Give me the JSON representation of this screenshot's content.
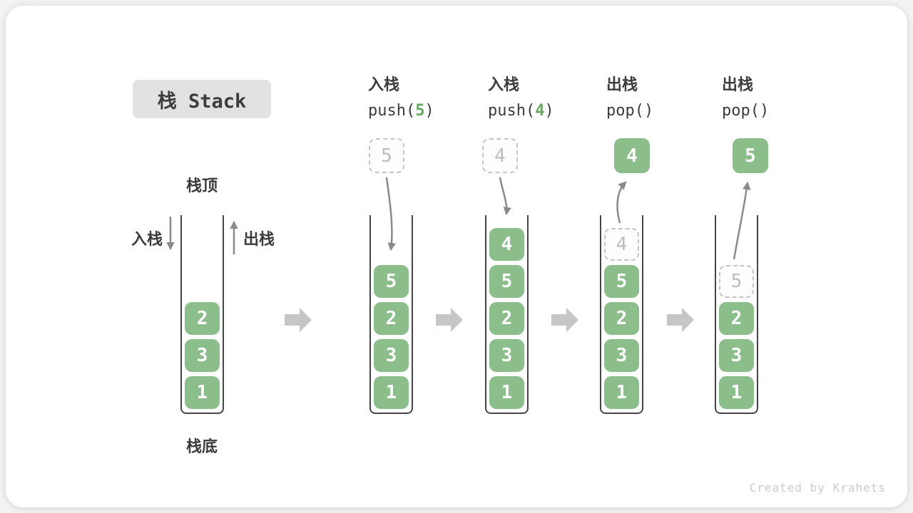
{
  "title": "栈 Stack",
  "side_labels": {
    "top": "栈顶",
    "bottom": "栈底",
    "push_in": "入栈",
    "pop_out": "出栈"
  },
  "watermark": "Created by Krahets",
  "colors": {
    "cell_green": "#8cbe8c",
    "code_arg_green": "#66a860",
    "text_dark": "#3c3c3c",
    "ghost_border": "#c4c4c4",
    "ghost_text": "#bcbcbc",
    "flow_arrow_gray": "#8a8a8a",
    "block_arrow_gray": "#c6c6c6",
    "container_border": "#454545",
    "title_bg": "#e2e2e2"
  },
  "stacks": [
    {
      "name": "initial-stack",
      "cells": [
        {
          "v": "2"
        },
        {
          "v": "3"
        },
        {
          "v": "1"
        }
      ]
    },
    {
      "name": "after-push-5",
      "op": {
        "title": "入栈",
        "code_pre": "push(",
        "code_arg": "5",
        "code_post": ")"
      },
      "floating": {
        "value": "5",
        "variant": "ghost"
      },
      "cells": [
        {
          "v": "5"
        },
        {
          "v": "2"
        },
        {
          "v": "3"
        },
        {
          "v": "1"
        }
      ]
    },
    {
      "name": "after-push-4",
      "op": {
        "title": "入栈",
        "code_pre": "push(",
        "code_arg": "4",
        "code_post": ")"
      },
      "floating": {
        "value": "4",
        "variant": "ghost"
      },
      "cells": [
        {
          "v": "4"
        },
        {
          "v": "5"
        },
        {
          "v": "2"
        },
        {
          "v": "3"
        },
        {
          "v": "1"
        }
      ]
    },
    {
      "name": "after-pop-4",
      "op": {
        "title": "出栈",
        "code_pre": "pop(",
        "code_arg": "",
        "code_post": ")"
      },
      "floating": {
        "value": "4",
        "variant": "solid"
      },
      "cells": [
        {
          "v": "4",
          "ghost": true
        },
        {
          "v": "5"
        },
        {
          "v": "2"
        },
        {
          "v": "3"
        },
        {
          "v": "1"
        }
      ]
    },
    {
      "name": "after-pop-5",
      "op": {
        "title": "出栈",
        "code_pre": "pop(",
        "code_arg": "",
        "code_post": ")"
      },
      "floating": {
        "value": "5",
        "variant": "solid"
      },
      "cells": [
        {
          "v": "5",
          "ghost": true
        },
        {
          "v": "2"
        },
        {
          "v": "3"
        },
        {
          "v": "1"
        }
      ]
    }
  ]
}
